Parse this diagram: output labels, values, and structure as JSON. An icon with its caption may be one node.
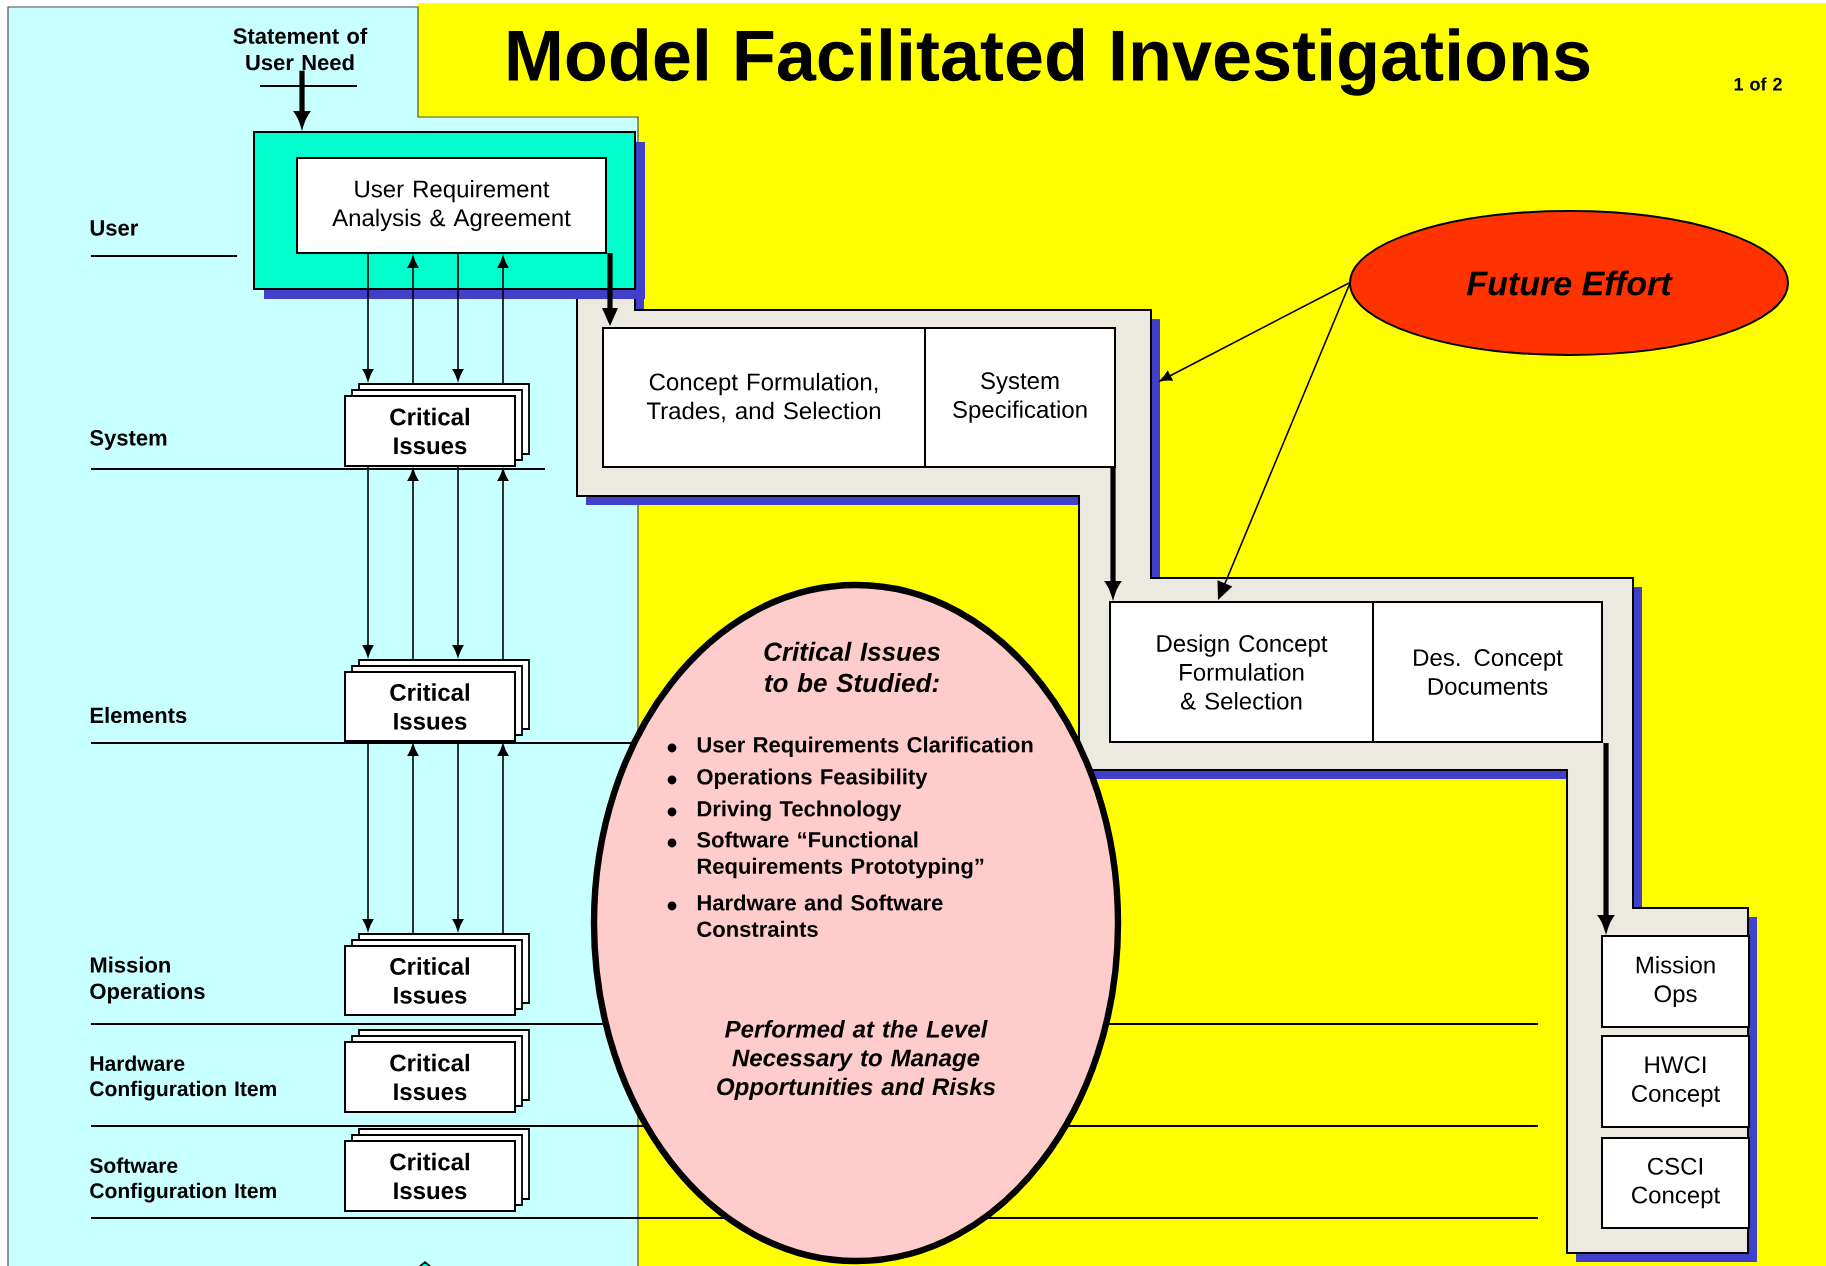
{
  "diagram": {
    "title": "Model Facilitated Investigations",
    "nodes": [
      {
        "text": [
          "Statement of User Need"
        ]
      },
      {
        "text": [],
        "shape": "box"
      },
      {
        "text": [
          "User Requirement Analysis & Agreement"
        ],
        "in": 1
      },
      {
        "text": [
          "Critical Issues"
        ]
      },
      {
        "text": [
          "Critical Issues"
        ]
      },
      {
        "text": [
          "Critical Issues"
        ]
      },
      {
        "text": [
          "Critical Issues"
        ]
      },
      {
        "text": [
          "Critical Issues"
        ]
      },
      {
        "text": [
          "Concept Formulation, Trades, and Selection"
        ]
      },
      {
        "text": [
          "System Specification"
        ]
      },
      {
        "text": [
          "Design Concept Formulation & Selection"
        ]
      },
      {
        "text": [
          "Des. Concept Documents"
        ]
      },
      {
        "text": [
          "Mission Ops"
        ]
      },
      {
        "text": [
          "HWCI Concept"
        ]
      },
      {
        "text": [
          "CSCI Concept"
        ]
      },
      {
        "text": [
          "Future Effort"
        ]
      },
      {
        "text": [
          "Critical Issues to be Studied:",
          "User Requirements Clarification",
          "Operations Feasibility",
          "Driving Technology",
          "Software “Functional Requirements Prototyping”",
          "Hardware and Software Constraints",
          "Performed at the Level Necessary to Manage Opportunities and Risks"
        ]
      }
    ],
    "edges": [
      {
        "from": 0,
        "to": 1,
        "arrow": "to",
        "style": "thick"
      },
      {
        "from": 2,
        "to": 3,
        "arrow": "to"
      },
      {
        "from": 3,
        "to": 2,
        "arrow": "to"
      },
      {
        "from": 2,
        "to": 3,
        "arrow": "to"
      },
      {
        "from": 3,
        "to": 2,
        "arrow": "to"
      },
      {
        "from": 3,
        "to": 4,
        "arrow": "to"
      },
      {
        "from": 4,
        "to": 3,
        "arrow": "to"
      },
      {
        "from": 3,
        "to": 4,
        "arrow": "to"
      },
      {
        "from": 4,
        "to": 3,
        "arrow": "to"
      },
      {
        "from": 4,
        "to": 5,
        "arrow": "to"
      },
      {
        "from": 5,
        "to": 4,
        "arrow": "to"
      },
      {
        "from": 4,
        "to": 5,
        "arrow": "to"
      },
      {
        "from": 5,
        "to": 4,
        "arrow": "to"
      },
      {
        "from": 2,
        "to": 8,
        "arrow": "to",
        "style": "thick"
      },
      {
        "from": 9,
        "to": 10,
        "arrow": "to",
        "style": "thick"
      },
      {
        "from": 11,
        "to": 12,
        "arrow": "to",
        "style": "thick"
      },
      {
        "from": 15,
        "to": null,
        "arrow": "to"
      },
      {
        "from": 15,
        "to": 10,
        "arrow": "to"
      }
    ],
    "labels": [
      "1 of 2",
      "User",
      "System",
      "Elements",
      "Mission Operations",
      "Hardware Configuration Item",
      "Software Configuration Item"
    ]
  }
}
